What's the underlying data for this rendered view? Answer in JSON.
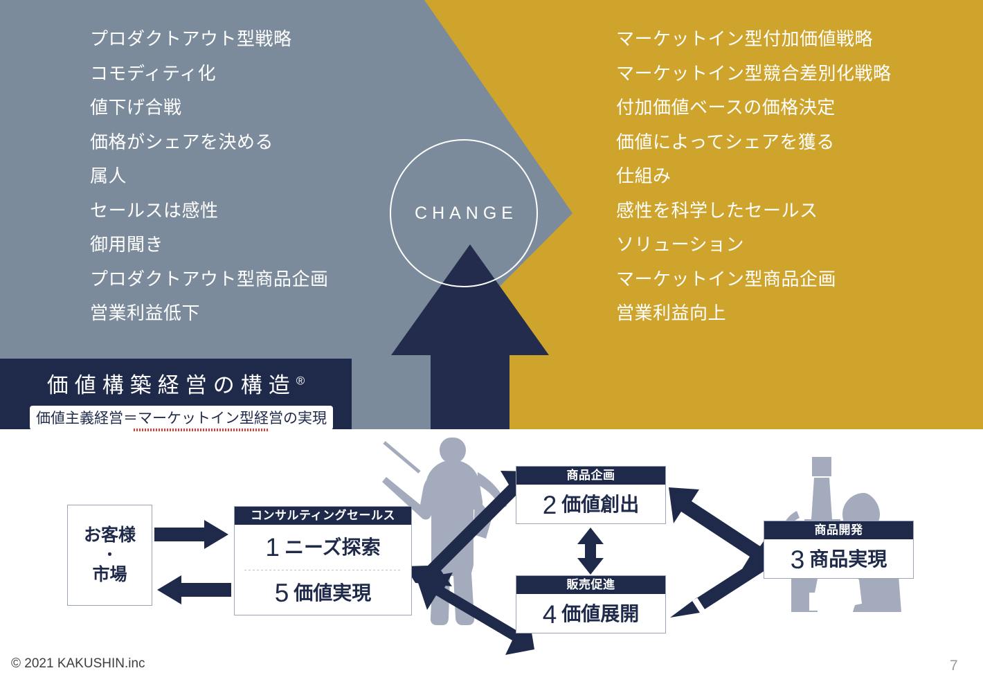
{
  "slide": {
    "page_number": "7",
    "copyright": "© 2021 KAKUSHIN.inc"
  },
  "colors": {
    "slate": "#7c8b9b",
    "gold": "#cfa42c",
    "navy": "#232c4d",
    "banner_navy": "#1f2a4b",
    "white": "#ffffff",
    "silhouette_gray": "#a3abbc",
    "page_number_gray": "#9a9a9a"
  },
  "center": {
    "change_label": "CHANGE",
    "arrow": "up-arrow"
  },
  "left_column": {
    "items": [
      "プロダクトアウト型戦略",
      "コモディティ化",
      "値下げ合戦",
      "価格がシェアを決める",
      "属人",
      "セールスは感性",
      "御用聞き",
      "プロダクトアウト型商品企画",
      "営業利益低下"
    ]
  },
  "right_column": {
    "items": [
      "マーケットイン型付加価値戦略",
      "マーケットイン型競合差別化戦略",
      "付加価値ベースの価格決定",
      "価値によってシェアを獲る",
      "仕組み",
      "感性を科学したセールス",
      "ソリューション",
      "マーケットイン型商品企画",
      "営業利益向上"
    ]
  },
  "title_banner": {
    "title": "価値構築経営の構造",
    "registered_mark": "®",
    "subtitle": "価値主義経営＝マーケットイン型経営の実現"
  },
  "diagram": {
    "customer_box": {
      "line1": "お客様",
      "dot": "・",
      "line2": "市場"
    },
    "sales_box": {
      "header": "コンサルティングセールス",
      "rows": [
        {
          "num": "1",
          "label": "ニーズ探索"
        },
        {
          "num": "5",
          "label": "価値実現"
        }
      ]
    },
    "plan_box": {
      "header": "商品企画",
      "num": "2",
      "label": "価値創出"
    },
    "promo_box": {
      "header": "販売促進",
      "num": "4",
      "label": "価値展開"
    },
    "dev_box": {
      "header": "商品開発",
      "num": "3",
      "label": "商品実現"
    },
    "silhouettes": [
      "presenter-silhouette",
      "microscope-researcher-silhouette"
    ]
  }
}
